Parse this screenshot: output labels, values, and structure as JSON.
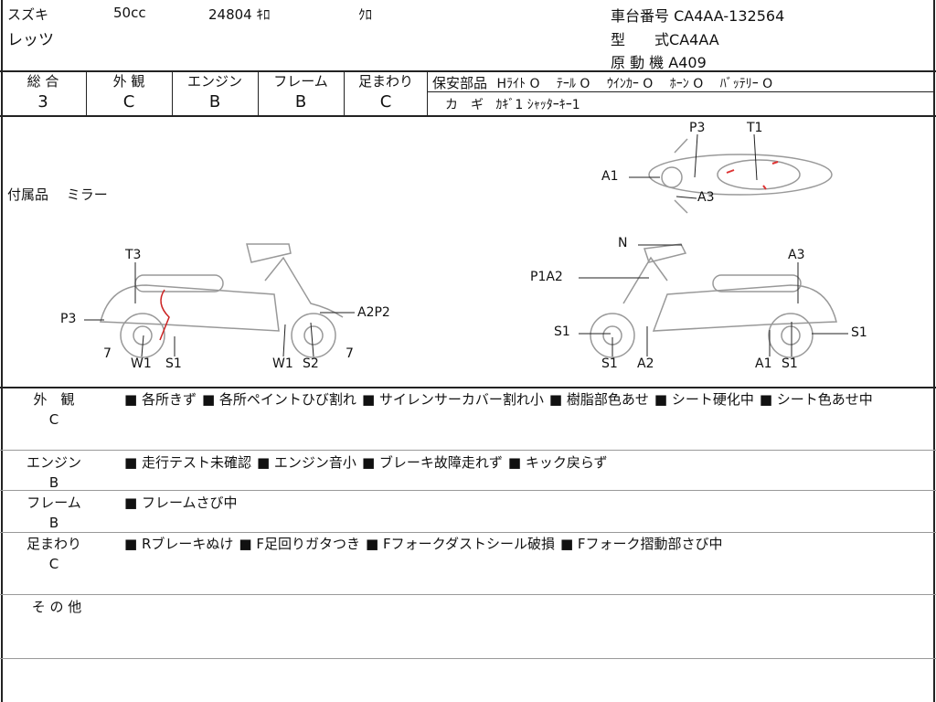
{
  "header": {
    "maker": "スズキ",
    "model": "レッツ",
    "cc": "50cc",
    "mileage": "24804 ｷﾛ",
    "color": "ｸﾛ",
    "chassis_label": "車台番号",
    "chassis": "CA4AA-132564",
    "type_label": "型　　式",
    "type": "CA4AA",
    "engine_label": "原 動 機",
    "engine": "A409"
  },
  "grades": [
    {
      "label": "総 合",
      "value": "3"
    },
    {
      "label": "外 観",
      "value": "C"
    },
    {
      "label": "エンジン",
      "value": "B"
    },
    {
      "label": "フレーム",
      "value": "B"
    },
    {
      "label": "足まわり",
      "value": "C"
    }
  ],
  "safety": {
    "label": "保安部品",
    "items": [
      "Hﾗｲﾄ O",
      "ﾃｰﾙ O",
      "ｳｲﾝｶｰ O",
      "ﾎｰﾝ O",
      "ﾊﾞｯﾃﾘｰ O"
    ],
    "key_label": "カ　ギ",
    "key_value": "ｶｷﾞ1 ｼｬｯﾀｰｷｰ1"
  },
  "accessories": {
    "label": "付属品",
    "value": "ミラー"
  },
  "diagram_labels": {
    "top": [
      "P3",
      "T1",
      "A1",
      "A3"
    ],
    "left": [
      "T3",
      "P3",
      "7",
      "W1",
      "S1",
      "W1",
      "S2",
      "A2P2",
      "7"
    ],
    "right": [
      "N",
      "P1A2",
      "A3",
      "S1",
      "S1",
      "A2",
      "A1",
      "S1",
      "S1"
    ]
  },
  "comments": [
    {
      "category": "外　観",
      "grade": "C",
      "items": [
        "各所きず",
        "各所ペイントひび割れ",
        "サイレンサーカバー割れ小",
        "樹脂部色あせ",
        "シート硬化中",
        "シート色あせ中"
      ]
    },
    {
      "category": "エンジン",
      "grade": "B",
      "items": [
        "走行テスト未確認",
        "エンジン音小",
        "ブレーキ故障走れず",
        "キック戻らず"
      ]
    },
    {
      "category": "フレーム",
      "grade": "B",
      "items": [
        "フレームさび中"
      ]
    },
    {
      "category": "足まわり",
      "grade": "C",
      "items": [
        "Rブレーキぬけ",
        "F足回りガタつき",
        "Fフォークダストシール破損",
        "Fフォーク摺動部さび中"
      ]
    },
    {
      "category": "そ の 他",
      "grade": "",
      "items": []
    }
  ]
}
